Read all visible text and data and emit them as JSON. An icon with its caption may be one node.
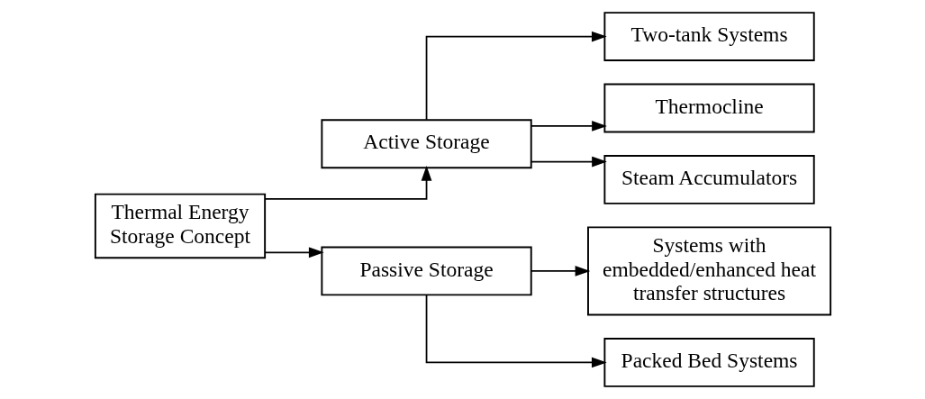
{
  "diagram": {
    "nodes": [
      {
        "text": [
          "Thermal Energy Storage Concept"
        ]
      },
      {
        "text": [
          "Active Storage"
        ]
      },
      {
        "text": [
          "Passive Storage"
        ]
      },
      {
        "text": [
          "Two-tank Systems"
        ]
      },
      {
        "text": [
          "Thermocline"
        ]
      },
      {
        "text": [
          "Steam Accumulators"
        ]
      },
      {
        "text": [
          "Systems with embedded/enhanced heat transfer structures"
        ]
      },
      {
        "text": [
          "Packed Bed Systems"
        ]
      }
    ],
    "edges": [
      {
        "from": 0,
        "to": 1,
        "arrow": "to"
      },
      {
        "from": 0,
        "to": 2,
        "arrow": "to"
      },
      {
        "from": 1,
        "to": 3,
        "arrow": "to"
      },
      {
        "from": 1,
        "to": 4,
        "arrow": "to"
      },
      {
        "from": 1,
        "to": 5,
        "arrow": "to"
      },
      {
        "from": 2,
        "to": 6,
        "arrow": "to"
      },
      {
        "from": 2,
        "to": 7,
        "arrow": "to"
      }
    ]
  }
}
